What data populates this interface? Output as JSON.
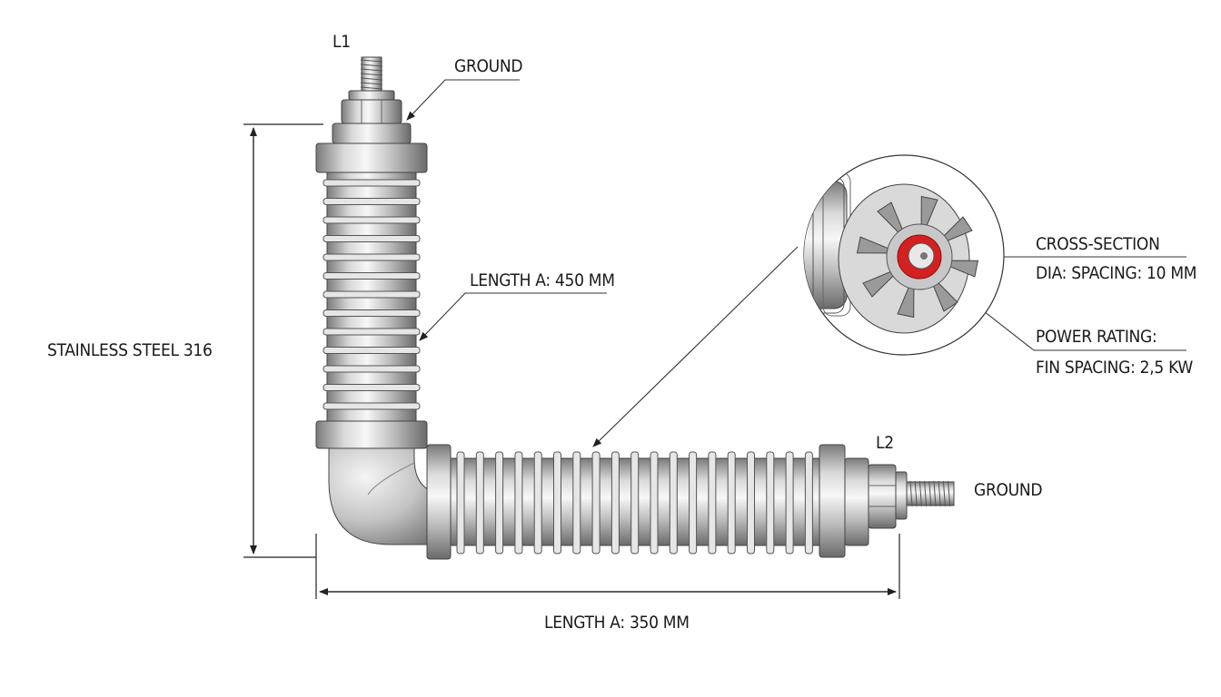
{
  "labels": {
    "l1": "L1",
    "ground_top": "GROUND",
    "length_a_vertical": "LENGTH A: 450 MM",
    "material": "STAINLESS STEEL 316",
    "l2": "L2",
    "ground_right": "GROUND",
    "length_a_horizontal": "LENGTH A: 350 MM",
    "cross_section": "CROSS-SECTION",
    "dia_spacing": "DIA: SPACING: 10 MM",
    "power_rating": "POWER RATING:",
    "fin_spacing": "FIN SPACING: 2,5 KW"
  },
  "colors": {
    "metal_light": "#f2f2f2",
    "metal_mid": "#b9b9b9",
    "metal_dark": "#6f6f6f",
    "core_red": "#d42020",
    "ink": "#1a1a1a"
  }
}
